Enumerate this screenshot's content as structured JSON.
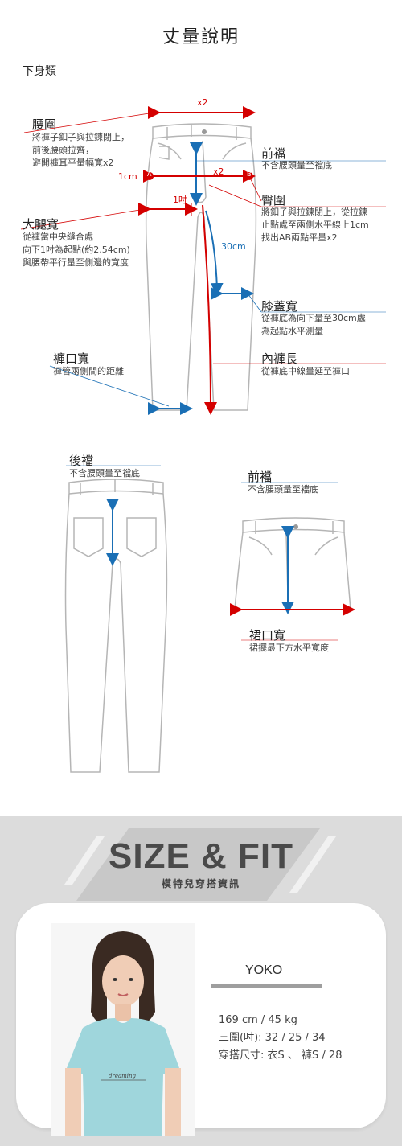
{
  "header": {
    "title": "丈量說明",
    "section": "下身類"
  },
  "pants_front": {
    "top_measure": "x2",
    "waist": {
      "title": "腰圍",
      "desc": "將褲子釦子與拉鍊閉上，\n前後腰頭拉齊，\n避開褲耳平量幅寬x2"
    },
    "front_rise": {
      "title": "前襠",
      "desc": "不含腰頭量至襠底"
    },
    "cm_marker": "1cm",
    "ab_measure": "x2",
    "point_a": "A",
    "point_b": "B",
    "inch_marker": "1吋",
    "hip": {
      "title": "臀圍",
      "desc": "將釦子與拉鍊閉上，從拉鍊\n止點處至兩側水平線上1cm\n找出AB兩點平量x2"
    },
    "thigh": {
      "title": "大腿寬",
      "desc": "從褲當中央縫合處\n向下1吋為起點(約2.54cm)\n與腰帶平行量至側邊的寬度"
    },
    "cm30": "30cm",
    "knee": {
      "title": "膝蓋寬",
      "desc": "從褲底為向下量至30cm處\n為起點水平測量"
    },
    "hem": {
      "title": "褲口寬",
      "desc": "褲管兩側間的距離"
    },
    "inseam": {
      "title": "內褲長",
      "desc": "從褲底中線量延至褲口"
    }
  },
  "pants_back": {
    "back_rise": {
      "title": "後襠",
      "desc": "不含腰頭量至襠底"
    }
  },
  "skirt": {
    "front_rise": {
      "title": "前襠",
      "desc": "不含腰頭量至襠底"
    },
    "hem": {
      "title": "裙口寬",
      "desc": "裙擺最下方水平寬度"
    }
  },
  "size_fit": {
    "title": "SIZE & FIT",
    "subtitle": "模特兒穿搭資訊",
    "model_name": "YOKO",
    "height_weight": "169 cm / 45 kg",
    "measurements": "三圍(吋): 32 / 25 / 34",
    "wearing": "穿搭尺寸: 衣S 、 褲S / 28",
    "shirt_text": "dreaming"
  },
  "colors": {
    "measure_red": "#d40000",
    "measure_blue": "#1a6fb5",
    "band_gray": "#dcdcdc"
  }
}
